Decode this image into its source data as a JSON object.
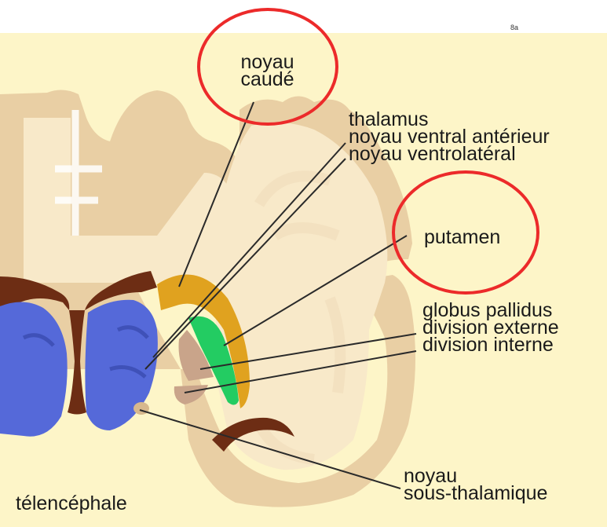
{
  "labels": {
    "noyau_caude": [
      "noyau",
      "caudé"
    ],
    "thalamus": [
      "thalamus",
      "noyau ventral antérieur",
      "noyau ventrolatéral"
    ],
    "putamen": "putamen",
    "globus": [
      "globus pallidus",
      "division externe",
      "division interne"
    ],
    "subthalamic": [
      "noyau",
      "sous-thalamique"
    ],
    "telencephale": "télencéphale",
    "corner_mark": "8a"
  },
  "colors": {
    "background": "#fdf5c8",
    "cortex": "#e9cfa4",
    "white_matter": "#f8e9c9",
    "ventricle": "#6d2d14",
    "thalamus": "#5569d9",
    "caudate": "#e0a21f",
    "putamen": "#23cc62",
    "pallidum": "#c9a48a",
    "highlight_ring": "#ec2a2a"
  }
}
